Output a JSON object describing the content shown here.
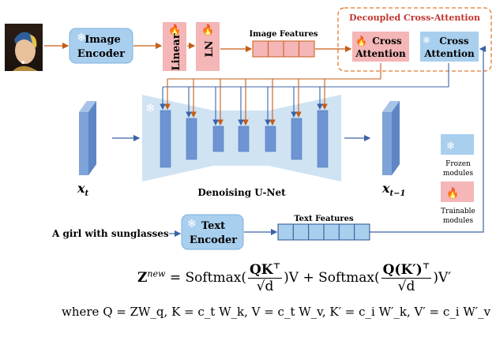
{
  "colors": {
    "frozen_fill": "#a9cfee",
    "trainable_fill": "#f4b6b6",
    "unet_fill": "#cfe3f3",
    "bar_fill": "#6e94d3",
    "orange_arrow": "#c65c16",
    "blue_arrow": "#3a63a8",
    "dashed_border": "#e07a2e",
    "decoupled_title": "#c2342f"
  },
  "image_encoder": {
    "label_line1": "Image",
    "label_line2": "Encoder",
    "icon": "snowflake-icon"
  },
  "linear": {
    "label": "Linear",
    "icon": "fire-icon"
  },
  "ln": {
    "label": "LN",
    "icon": "fire-icon"
  },
  "image_features": {
    "label": "Image Features",
    "cells": 4
  },
  "decoupled": {
    "title": "Decoupled Cross-Attention",
    "trainable_attn": {
      "line1": "Cross",
      "line2": "Attention",
      "icon": "fire-icon"
    },
    "frozen_attn": {
      "line1": "Cross",
      "line2": "Attention",
      "icon": "snowflake-icon"
    }
  },
  "unet": {
    "label": "Denoising U-Net",
    "icon": "snowflake-icon"
  },
  "latent_in": {
    "label": "x",
    "sub": "t"
  },
  "latent_out": {
    "label": "x",
    "sub": "t−1"
  },
  "legend": {
    "frozen": {
      "line1": "Frozen",
      "line2": "modules",
      "icon": "snowflake-icon"
    },
    "trainable": {
      "line1": "Trainable",
      "line2": "modules",
      "icon": "fire-icon"
    }
  },
  "prompt": {
    "text": "A girl with sunglasses"
  },
  "text_encoder": {
    "label_line1": "Text",
    "label_line2": "Encoder",
    "icon": "snowflake-icon"
  },
  "text_features": {
    "label": "Text Features",
    "cells": 6
  },
  "formula": {
    "lhs": "Z",
    "lhs_sup": "new",
    "eq": " = Softmax(",
    "frac1_num": "QK",
    "frac1_num_sup": "⊤",
    "frac_den": "√d",
    "mid": ")V + Softmax(",
    "frac2_num": "Q(K′)",
    "frac2_num_sup": "⊤",
    "end": ")V′",
    "where_line": "where Q = ZW_q, K = c_t W_k, V = c_t W_v, K′ = c_i W′_k, V′ = c_i W′_v"
  }
}
